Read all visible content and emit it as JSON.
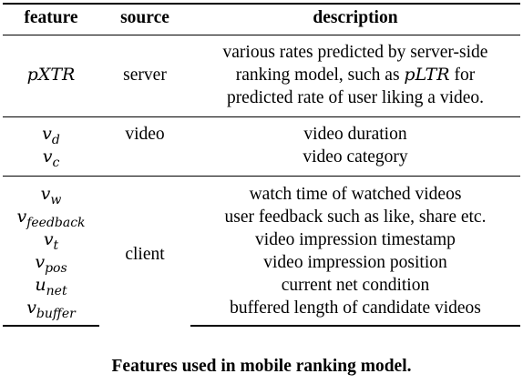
{
  "table": {
    "headers": [
      "feature",
      "source",
      "description"
    ],
    "groups": [
      {
        "source": "server",
        "rows": [
          {
            "feature_base": "pXTR",
            "feature_sub": "",
            "description_lines": [
              "various rates predicted by server-side",
              "ranking model, such as ",
              "predicted rate of user liking a video."
            ],
            "description_math": "pLTR",
            "description_after_math": " for"
          }
        ]
      },
      {
        "source": "video",
        "rows": [
          {
            "feature_base": "v",
            "feature_sub": "d",
            "description": "video duration"
          },
          {
            "feature_base": "v",
            "feature_sub": "c",
            "description": "video category"
          }
        ]
      },
      {
        "source": "client",
        "rows": [
          {
            "feature_base": "v",
            "feature_sub": "w",
            "description": "watch time of watched videos"
          },
          {
            "feature_base": "v",
            "feature_sub": "feedback",
            "description": "user feedback such as like, share etc."
          },
          {
            "feature_base": "v",
            "feature_sub": "t",
            "description": "video impression timestamp"
          },
          {
            "feature_base": "v",
            "feature_sub": "pos",
            "description": "video impression position"
          },
          {
            "feature_base": "u",
            "feature_sub": "net",
            "description": "current net condition"
          },
          {
            "feature_base": "v",
            "feature_sub": "buffer",
            "description": "buffered length of candidate videos"
          }
        ]
      }
    ]
  },
  "caption": "Features used in mobile ranking model."
}
